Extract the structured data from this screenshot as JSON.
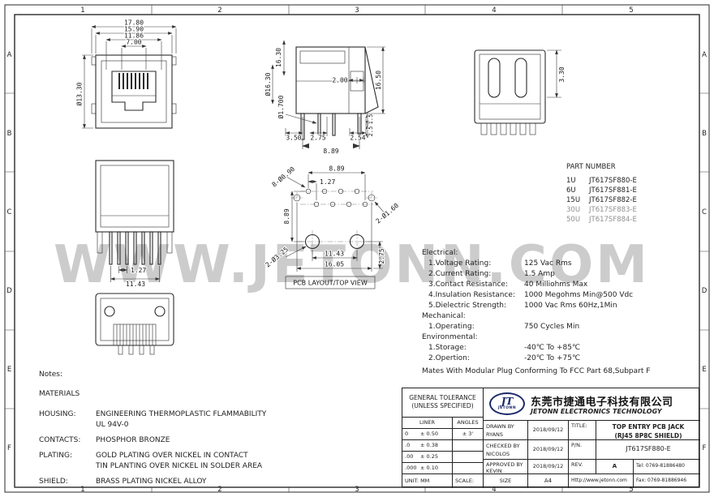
{
  "frame": {
    "cols": [
      "1",
      "2",
      "3",
      "4",
      "5"
    ],
    "rows": [
      "A",
      "B",
      "C",
      "D",
      "E",
      "F"
    ]
  },
  "watermark": "WWW.JETONN.COM",
  "part_number": {
    "title": "PART NUMBER",
    "items": [
      {
        "qty": "1U",
        "pn": "JT617SF880-E"
      },
      {
        "qty": "6U",
        "pn": "JT617SF881-E"
      },
      {
        "qty": "15U",
        "pn": "JT617SF882-E"
      },
      {
        "qty": "30U",
        "pn": "JT617SF883-E"
      },
      {
        "qty": "50U",
        "pn": "JT617SF884-E"
      }
    ]
  },
  "specs": {
    "electrical_title": "Electrical:",
    "electrical": [
      {
        "label": "1.Voltage Rating:",
        "value": "125 Vac Rms"
      },
      {
        "label": "2.Current Rating:",
        "value": "1.5 Amp"
      },
      {
        "label": "3.Contact Resistance:",
        "value": "40 Milliohms Max"
      },
      {
        "label": "4.Insulation Resistance:",
        "value": "1000 Megohms Min@500 Vdc"
      },
      {
        "label": "5.Dielectric Strength:",
        "value": "1000 Vac Rms 60Hz,1Min"
      }
    ],
    "mechanical_title": "Mechanical:",
    "mechanical": [
      {
        "label": "1.Operating:",
        "value": "750 Cycles Min"
      }
    ],
    "environmental_title": "Environmental:",
    "environmental": [
      {
        "label": "1.Storage:",
        "value": "-40℃ To +85℃"
      },
      {
        "label": "2.Opertion:",
        "value": "-20℃ To +75℃"
      }
    ],
    "footnote": "Mates With Modular Plug Conforming To FCC Part 68,Subpart F"
  },
  "notes": {
    "title": "Notes:",
    "materials_title": "MATERIALS",
    "rows": [
      {
        "label": "HOUSING:",
        "value": "ENGINEERING THERMOPLASTIC FLAMMABILITY",
        "value2": "UL 94V-0"
      },
      {
        "label": "CONTACTS:",
        "value": "PHOSPHOR BRONZE",
        "value2": ""
      },
      {
        "label": "PLATING:",
        "value": "GOLD PLATING OVER NICKEL IN CONTACT",
        "value2": "TIN PLANTING OVER NICKEL IN SOLDER AREA"
      },
      {
        "label": "SHIELD:",
        "value": "BRASS PLATING NICKEL ALLOY",
        "value2": ""
      }
    ]
  },
  "views": {
    "front": {
      "dims": [
        "17.80",
        "15.90",
        "11.86",
        "7.00",
        "Ø13.30"
      ]
    },
    "side": {
      "dims": [
        "16.30",
        "Ø16.30",
        "Ø1.700",
        "2.00",
        "16.50",
        "1.5",
        "2.5",
        "3.50",
        "2.75",
        "8.89",
        "2.54"
      ]
    },
    "top": {
      "dims": [
        "3.30"
      ]
    },
    "rear": {
      "dims": [
        "1.27",
        "11.43"
      ]
    },
    "pcb": {
      "label": "PCB LAYOUT/TOP VIEW",
      "dims": [
        "8.89",
        "1.27",
        "8-Ø0.90",
        "8.89",
        "2-Ø1.60",
        "2-Ø3.25",
        "11.43",
        "16.05",
        "2.75"
      ]
    }
  },
  "title_block": {
    "tolerance_title": "GENERAL TOLERANCE",
    "tolerance_subtitle": "(UNLESS SPECIFIED)",
    "liner_header": "LINER",
    "angles_header": "ANGLES",
    "tolerance_rows": [
      {
        "p": "0",
        "t": "± 0.50",
        "a": "± 3'"
      },
      {
        "p": ".0",
        "t": "± 0.38",
        "a": ""
      },
      {
        "p": ".00",
        "t": "± 0.25",
        "a": ""
      },
      {
        "p": ".000",
        "t": "± 0.10",
        "a": ""
      }
    ],
    "logo_jt": "JT",
    "logo_text": "JETONN",
    "company_cn": "东莞市捷通电子科技有限公司",
    "company_en": "JETONN ELECTRONICS TECHNOLOGY",
    "drawn_label": "DRAWN BY",
    "drawn_name": "RYANS",
    "drawn_date": "2018/09/12",
    "checked_label": "CHECKED BY",
    "checked_name": "NICOLOS",
    "checked_date": "2018/09/12",
    "approved_label": "APPROVED BY",
    "approved_name": "KEVIN",
    "approved_date": "2018/09/12",
    "size_label": "SIZE",
    "size_value": "A4",
    "title_label": "TITLE:",
    "title_line1": "TOP ENTRY PCB JACK",
    "title_line2": "(RJ45 8P8C SHIELD)",
    "pn_label": "P/N.",
    "pn_value": "JT617SF880-E",
    "rev_label": "REV.",
    "rev_value": "A",
    "tel": "Tel: 0769-81886480",
    "fax": "Fax: 0769-81886946",
    "website": "Http://www.jetonn.com",
    "unit_label": "UNIT:",
    "unit_value": "MM",
    "scale_label": "SCALE:"
  }
}
